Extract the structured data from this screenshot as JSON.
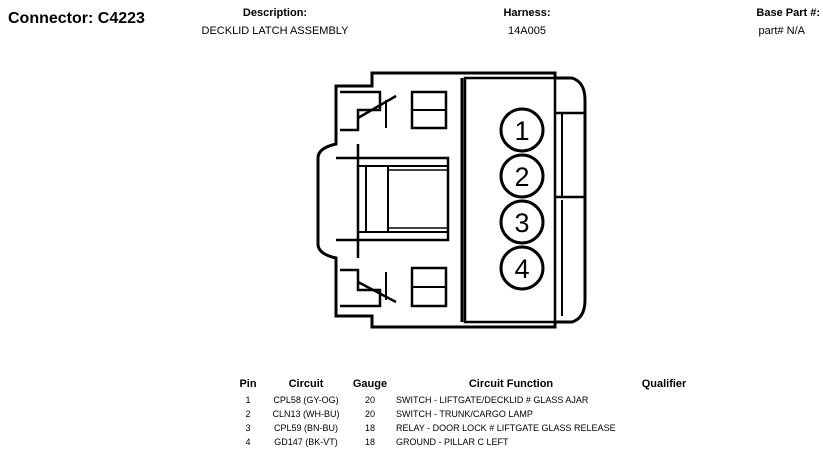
{
  "header": {
    "connector": "Connector: C4223",
    "description_label": "Description:",
    "description_value": "DECKLID LATCH ASSEMBLY",
    "harness_label": "Harness:",
    "harness_value": "14A005",
    "base_part_label": "Base Part #:",
    "base_part_value": "part# N/A"
  },
  "connector_pins": [
    "1",
    "2",
    "3",
    "4"
  ],
  "table": {
    "columns": [
      "Pin",
      "Circuit",
      "Gauge",
      "Circuit Function",
      "Qualifier"
    ],
    "rows": [
      {
        "pin": "1",
        "circuit": "CPL58 (GY-OG)",
        "gauge": "20",
        "function": "SWITCH - LIFTGATE/DECKLID # GLASS AJAR",
        "qualifier": ""
      },
      {
        "pin": "2",
        "circuit": "CLN13 (WH-BU)",
        "gauge": "20",
        "function": "SWITCH - TRUNK/CARGO LAMP",
        "qualifier": ""
      },
      {
        "pin": "3",
        "circuit": "CPL59 (BN-BU)",
        "gauge": "18",
        "function": "RELAY - DOOR LOCK # LIFTGATE GLASS RELEASE",
        "qualifier": ""
      },
      {
        "pin": "4",
        "circuit": "GD147 (BK-VT)",
        "gauge": "18",
        "function": "GROUND - PILLAR C LEFT",
        "qualifier": ""
      }
    ]
  }
}
